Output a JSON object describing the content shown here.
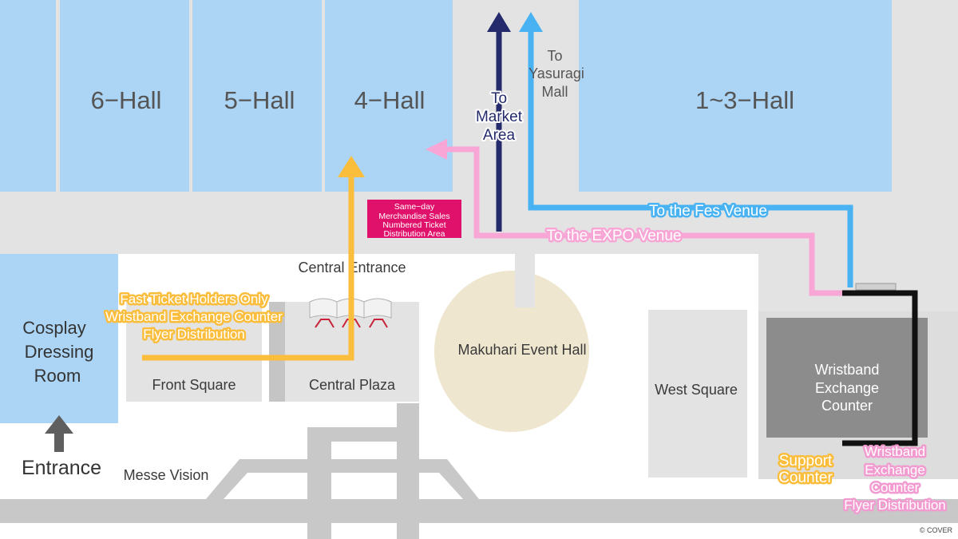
{
  "colors": {
    "hall_blue": "#acd5f5",
    "corridor_gray": "#e3e3e3",
    "road_gray": "#c8c8c8",
    "event_hall_beige": "#efe6cf",
    "counter_gray": "#8c8c8c",
    "fast_ticket_yellow": "#fbbd3c",
    "expo_pink": "#f7a6d6",
    "fes_blue": "#48b2f2",
    "market_navy": "#242a6b",
    "merch_magenta": "#e0116a",
    "entrance_arrow_gray": "#5f5f5f"
  },
  "halls": {
    "hall6": "6−Hall",
    "hall5": "5−Hall",
    "hall4": "4−Hall",
    "hall1_3": "1~3−Hall"
  },
  "areas": {
    "cosplay_line1": "Cosplay",
    "cosplay_line2": "Dressing",
    "cosplay_line3": "Room",
    "front_square": "Front Square",
    "central_plaza": "Central Plaza",
    "central_entrance": "Central Entrance",
    "event_hall": "Makuhari Event Hall",
    "west_square": "West Square",
    "messe_vision": "Messe Vision",
    "entrance": "Entrance",
    "counter_line1": "Wristband",
    "counter_line2": "Exchange",
    "counter_line3": "Counter"
  },
  "routes": {
    "market_line1": "To",
    "market_line2": "Market",
    "market_line3": "Area",
    "yasuragi_line1": "To",
    "yasuragi_line2": "Yasuragi",
    "yasuragi_line3": "Mall",
    "fes_venue": "To the Fes Venue",
    "expo_venue": "To the EXPO Venue"
  },
  "merch_box": {
    "line1": "Same−day",
    "line2": "Merchandise Sales",
    "line3": "Numbered Ticket",
    "line4": "Distribution Area"
  },
  "fast_ticket": {
    "line1": "Fast Ticket Holders Only",
    "line2": "Wristband Exchange Counter",
    "line3": "Flyer Distribution"
  },
  "support_counter": {
    "line1": "Support",
    "line2": "Counter"
  },
  "pink_counter": {
    "line1": "Wristband",
    "line2": "Exchange",
    "line3": "Counter",
    "line4": "Flyer Distribution"
  },
  "copyright": "© COVER"
}
